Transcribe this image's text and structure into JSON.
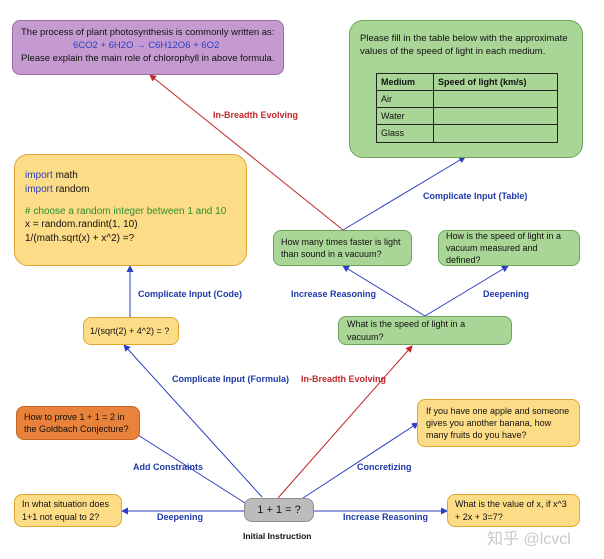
{
  "center_node": {
    "label": "1 + 1 = ?",
    "caption": "Initial Instruction"
  },
  "nodes": {
    "photosynthesis": {
      "line1": "The process of plant photosynthesis is commonly written as:",
      "formula": "6CO2 + 6H2O → C6H12O6 + 6O2",
      "line3": "Please explain the main role of chlorophyll in above formula."
    },
    "table_prompt": {
      "text": "Please fill in the table below with the approximate values of the speed of light in each medium.",
      "headers": [
        "Medium",
        "Speed of light (km/s)"
      ],
      "rows": [
        "Air",
        "Water",
        "Glass"
      ]
    },
    "code": {
      "l1_kw": "import",
      "l1": " math",
      "l2_kw": "import",
      "l2": " random",
      "comment": "# choose a random integer between 1 and 10",
      "l4": "x = random.randint(1, 10)",
      "l5": "1/(math.sqrt(x) + x^2) =?"
    },
    "faster": "How many times faster is light than sound in a vacuum?",
    "measured": "How is the speed of light in a vacuum measured and defined?",
    "speed": "What is the speed of light in a vacuum?",
    "formula": "1/(sqrt(2) + 4^2) = ?",
    "goldbach": "How to prove 1 + 1 = 2 in the Goldbach Conjecture?",
    "apple": "If you have one apple and someone gives you another banana, how many fruits do you have?",
    "situation": "In what situation does 1+1 not equal to 2?",
    "value_x": "What is the value of x, if x^3 + 2x + 3=7?"
  },
  "edges": {
    "in_breadth_top": "In-Breadth Evolving",
    "complicate_table": "Complicate Input (Table)",
    "complicate_code": "Complicate Input (Code)",
    "increase_reasoning_top": "Increase Reasoning",
    "deepening_top": "Deepening",
    "complicate_formula": "Complicate Input (Formula)",
    "in_breadth_mid": "In-Breadth Evolving",
    "add_constraints": "Add Constraints",
    "concretizing": "Concretizing",
    "deepening_bottom": "Deepening",
    "increase_reasoning_bottom": "Increase Reasoning"
  },
  "watermark": "知乎 @lcvcl",
  "colors": {
    "blue_arrow": "#2b3fc2",
    "red_arrow": "#c0262a"
  }
}
